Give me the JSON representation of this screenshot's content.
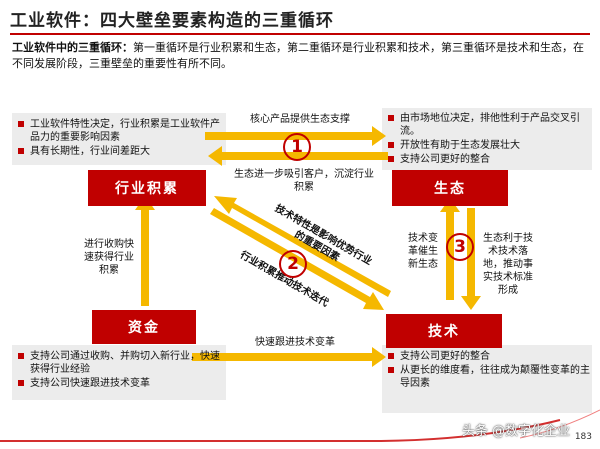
{
  "title": "工业软件：四大壁垒要素构造的三重循环",
  "intro": {
    "lead": "工业软件中的三重循环：",
    "text": "第一重循环是行业积累和生态，第二重循环是行业积累和技术，第三重循环是技术和生态，在不同发展阶段，三重壁垒的重要性有所不同。"
  },
  "boxes": {
    "industry": "行业积累",
    "ecology": "生态",
    "capital": "资金",
    "technology": "技术"
  },
  "panels": {
    "top_left": [
      "工业软件特性决定，行业积累是工业软件产品力的重要影响因素",
      "具有长期性，行业间差距大"
    ],
    "top_right": [
      "由市场地位决定，排他性利于产品交叉引流。",
      "开放性有助于生态发展壮大",
      "支持公司更好的整合"
    ],
    "bottom_left": [
      "支持公司通过收购、并购切入新行业，快速获得行业经验",
      "支持公司快速跟进技术变革"
    ],
    "bottom_right": [
      "支持公司更好的整合",
      "从更长的维度看，往往成为颠覆性变革的主导因素"
    ]
  },
  "arrow_labels": {
    "top": "核心产品提供生态支撑",
    "middle": "生态进一步吸引客户，沉淀行业积累",
    "left": "进行收购快速获得行业积累",
    "diag_upper": "技术特性是影响优势行业的重要因素",
    "diag_lower": "行业积累推动技术迭代",
    "right_left": "技术变革催生新生态",
    "right_right": "生态利于技术技术落地，推动事实技术标准形成",
    "bottom": "快速跟进技术变革"
  },
  "cycles": [
    "1",
    "2",
    "3"
  ],
  "watermark": "头条 @数字化企业",
  "page_number": "183",
  "colors": {
    "accent": "#c00000",
    "arrow": "#f5b800",
    "panel": "#ececec"
  }
}
